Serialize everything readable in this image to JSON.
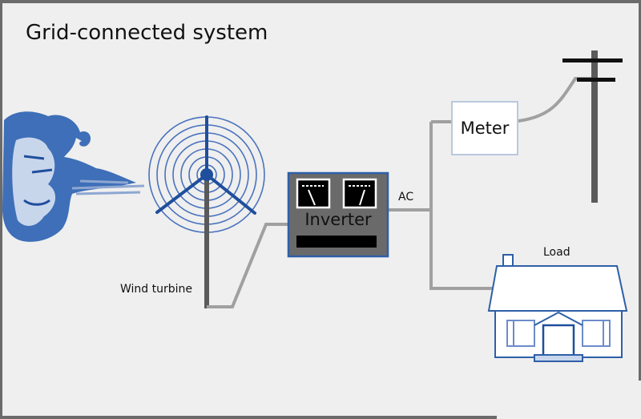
{
  "title": "Grid-connected system",
  "labels": {
    "wind_turbine": "Wind turbine",
    "inverter": "Inverter",
    "ac": "AC",
    "meter": "Meter",
    "load": "Load"
  },
  "colors": {
    "background": "#efefef",
    "wire": "#a0a0a0",
    "pole": "#5a5a5a",
    "blue": "#1f4e9c",
    "inverter_body": "#6a6a6a",
    "meter_border": "#b9c8dd"
  }
}
